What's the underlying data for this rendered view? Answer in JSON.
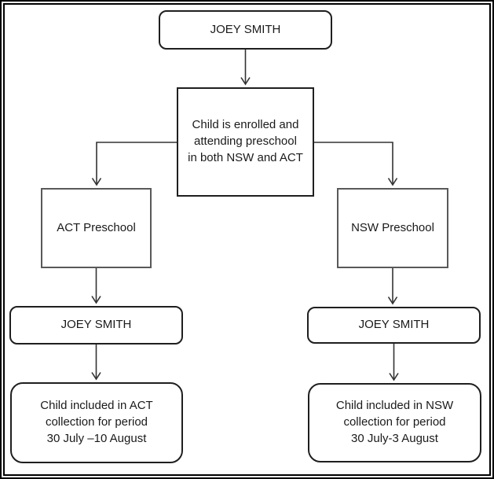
{
  "diagram": {
    "nodes": {
      "top_joey": {
        "label": "JOEY SMITH"
      },
      "enrolled": {
        "label": "Child is enrolled and\nattending preschool\nin both NSW and ACT"
      },
      "act_preschool": {
        "label": "ACT Preschool"
      },
      "nsw_preschool": {
        "label": "NSW Preschool"
      },
      "left_joey": {
        "label": "JOEY SMITH"
      },
      "right_joey": {
        "label": "JOEY SMITH"
      },
      "act_collection": {
        "label": "Child included in ACT\ncollection for period\n30 July –10 August"
      },
      "nsw_collection": {
        "label": "Child included in NSW\ncollection for period\n30 July-3 August"
      }
    },
    "edges": [
      {
        "from": "top_joey",
        "to": "enrolled"
      },
      {
        "from": "enrolled",
        "to": "act_preschool"
      },
      {
        "from": "enrolled",
        "to": "nsw_preschool"
      },
      {
        "from": "act_preschool",
        "to": "left_joey"
      },
      {
        "from": "nsw_preschool",
        "to": "right_joey"
      },
      {
        "from": "left_joey",
        "to": "act_collection"
      },
      {
        "from": "right_joey",
        "to": "nsw_collection"
      }
    ],
    "colors": {
      "node_border": "#1f1f1f",
      "preschool_border": "#595959",
      "connector": "#333333",
      "text": "#1a1a1a",
      "background": "#ffffff"
    }
  }
}
